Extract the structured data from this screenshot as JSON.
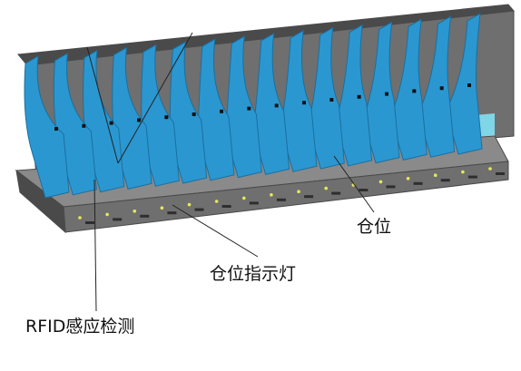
{
  "diagram": {
    "labels": {
      "slot": "仓位",
      "indicator_light": "仓位指示灯",
      "rfid_sensor": "RFID感应检测"
    },
    "divider_count": 16,
    "colors": {
      "divider": "#2b97d1",
      "divider_edge": "#1b6f9e",
      "frame": "#6f6f6f",
      "frame_dark": "#4a4a4a",
      "rail": "#8a8a8a",
      "slot_floor": "#7fd6e6",
      "indicator_led": "#e8e85a",
      "leader_line": "#222222"
    }
  }
}
